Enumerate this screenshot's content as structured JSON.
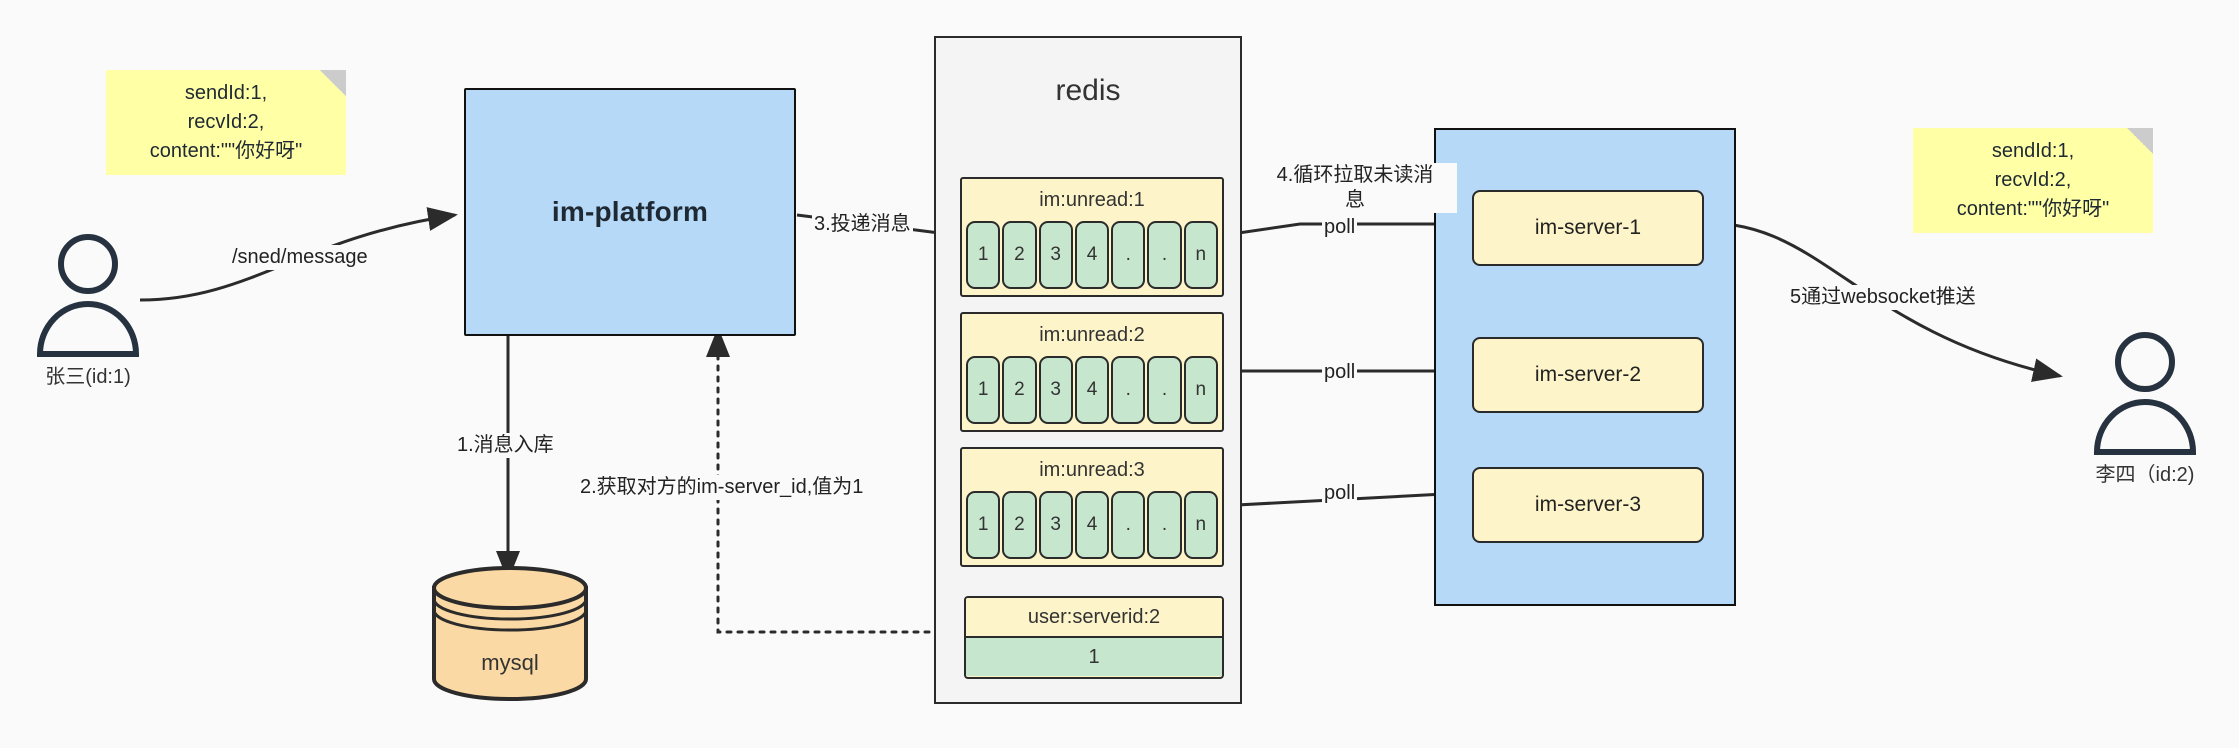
{
  "diagram": {
    "title": "IM message delivery architecture",
    "colors": {
      "background": "#fafafa",
      "sticky": "#ffffa6",
      "blue_box": "#b5d9f7",
      "queue_header": "#fdf5c9",
      "queue_cell": "#c6e6ce",
      "cylinder": "#fbd9a5",
      "stroke": "#2b2b2b"
    }
  },
  "notes": {
    "left": "sendId:1,\nrecvId:2,\ncontent:\"\"你好呀\"",
    "right": "sendId:1,\nrecvId:2,\ncontent:\"\"你好呀\""
  },
  "actors": {
    "sender": {
      "label": "张三(id:1)"
    },
    "receiver": {
      "label": "李四（id:2)"
    }
  },
  "platform": {
    "label": "im-platform"
  },
  "database": {
    "label": "mysql"
  },
  "redis": {
    "title": "redis",
    "queues": [
      {
        "key": "im:unread:1",
        "cells": [
          "1",
          "2",
          "3",
          "4",
          ".",
          ".",
          "n"
        ]
      },
      {
        "key": "im:unread:2",
        "cells": [
          "1",
          "2",
          "3",
          "4",
          ".",
          ".",
          "n"
        ]
      },
      {
        "key": "im:unread:3",
        "cells": [
          "1",
          "2",
          "3",
          "4",
          ".",
          ".",
          "n"
        ]
      }
    ],
    "kv": {
      "key": "user:serverid:2",
      "value": "1"
    }
  },
  "servers": {
    "items": [
      {
        "label": "im-server-1"
      },
      {
        "label": "im-server-2"
      },
      {
        "label": "im-server-3"
      }
    ]
  },
  "edges": {
    "send_message": "/sned/message",
    "step1": "1.消息入库",
    "step2": "2.获取对方的im-server_id,值为1",
    "step3": "3.投递消息",
    "step4": "4.循环拉取未读消\n息",
    "poll1": "poll",
    "poll2": "poll",
    "poll3": "poll",
    "step5": "5通过websocket推送"
  }
}
